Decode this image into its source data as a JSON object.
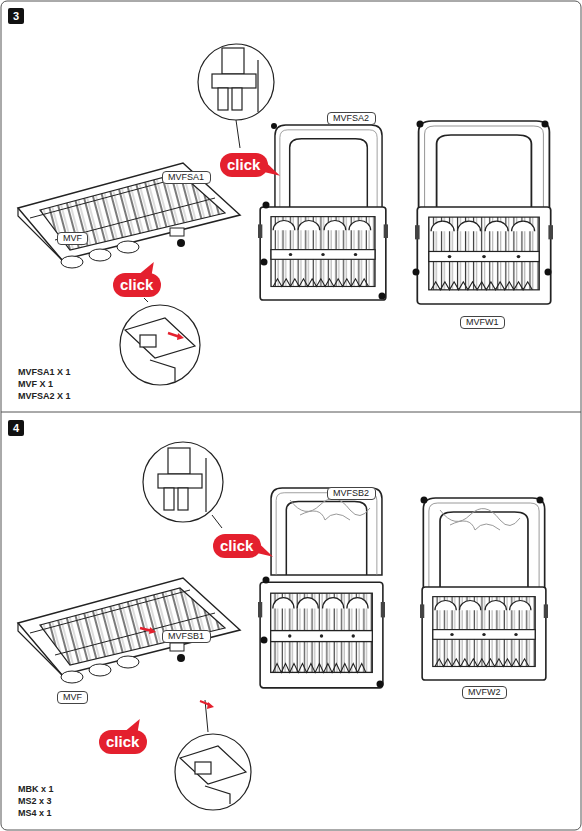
{
  "diagram": {
    "nodes": [
      {
        "text": [
          "3"
        ]
      },
      {
        "text": [
          "MVFSA2"
        ]
      },
      {
        "text": [
          "click"
        ]
      },
      {
        "text": [
          "MVFSA1"
        ]
      },
      {
        "text": [
          "MVF"
        ]
      },
      {
        "text": [
          "click"
        ]
      },
      {
        "text": [
          "MVFW1"
        ]
      },
      {
        "text": [
          "4"
        ]
      },
      {
        "text": [
          "MVFSB2"
        ]
      },
      {
        "text": [
          "click"
        ]
      },
      {
        "text": [
          "MVFSB1"
        ]
      },
      {
        "text": [
          "MVF"
        ]
      },
      {
        "text": [
          "click"
        ]
      },
      {
        "text": [
          "MVFW2"
        ]
      }
    ],
    "labels": [
      "MVFSA1 X 1",
      "MVF X 1",
      "MVFSA2 X 1",
      "MBK x 1",
      "MS2 x 3",
      "MS4 x 1"
    ]
  }
}
